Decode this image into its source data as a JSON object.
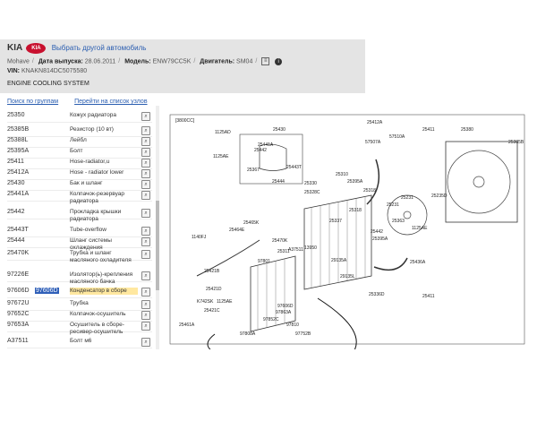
{
  "header": {
    "brand": "KIA",
    "logo": "KIA",
    "change_car": "Выбрать другой автомобиль",
    "model_name": "Mohave",
    "date_label": "Дата выпуска:",
    "date_value": "28.06.2011",
    "model_label": "Модель:",
    "model_value": "ENW79CC5K",
    "engine_label": "Двигатель:",
    "engine_value": "SM04",
    "vin_label": "VIN:",
    "vin_value": "KNAKN814DC5075580",
    "section": "ENGINE COOLING SYSTEM"
  },
  "nav": {
    "search_groups": "Поиск по группам",
    "go_to_list": "Перейти на список узлов"
  },
  "parts": [
    {
      "code": "25350",
      "name": "Кожух радиатора"
    },
    {
      "code": "25385B",
      "name": "Резистор (10 вт)"
    },
    {
      "code": "25388L",
      "name": "Лейбл"
    },
    {
      "code": "25395A",
      "name": "Болт"
    },
    {
      "code": "25411",
      "name": "Hose-radiator,u"
    },
    {
      "code": "25412A",
      "name": "Hose - radiator lower"
    },
    {
      "code": "25430",
      "name": "Бак и шланг"
    },
    {
      "code": "25441A",
      "name": "Колпачок-резервуар радиатора"
    },
    {
      "code": "25442",
      "name": "Прокладка крышки радиатора"
    },
    {
      "code": "25443T",
      "name": "Tube-overflow"
    },
    {
      "code": "25444",
      "name": "Шланг системы охлаждения"
    },
    {
      "code": "25470K",
      "name": "Трубка и шланг масляного охладителя"
    },
    {
      "code": "97226E",
      "name": "Изолятор(ь)-крепления масляного бачка"
    },
    {
      "code": "97606D",
      "code_link": "97606D",
      "name": "Конденсатор в сборе"
    },
    {
      "code": "97672U",
      "name": "Трубка"
    },
    {
      "code": "97652C",
      "name": "Колпачок-осушитель"
    },
    {
      "code": "97653A",
      "name": "Осушитель в сборе-ресивер-осушитель"
    },
    {
      "code": "A37511",
      "name": "Болт м6"
    }
  ],
  "diagram": {
    "frame_label": "[3800CC]",
    "labels": [
      "1125AD",
      "25430",
      "25412A",
      "25380",
      "25441A",
      "25442",
      "25411",
      "25385B",
      "1125AE",
      "25443T",
      "57507A",
      "25367",
      "25310",
      "57510A",
      "25444",
      "25395A",
      "25318",
      "25231",
      "25318",
      "25235D",
      "25337",
      "25330",
      "25231",
      "25363",
      "25442",
      "1125AE",
      "25395A",
      "1140FJ",
      "25465K",
      "25328C",
      "25464E",
      "25311",
      "25470K",
      "13950",
      "A37511",
      "97801",
      "29135A",
      "25436A",
      "25421B",
      "29135L",
      "1125AE",
      "25411",
      "97606D",
      "K742SK",
      "25421C",
      "97863A",
      "97852C",
      "25336D",
      "97808A",
      "97810",
      "97752B",
      "A37511",
      "25461A",
      "25421D"
    ]
  }
}
